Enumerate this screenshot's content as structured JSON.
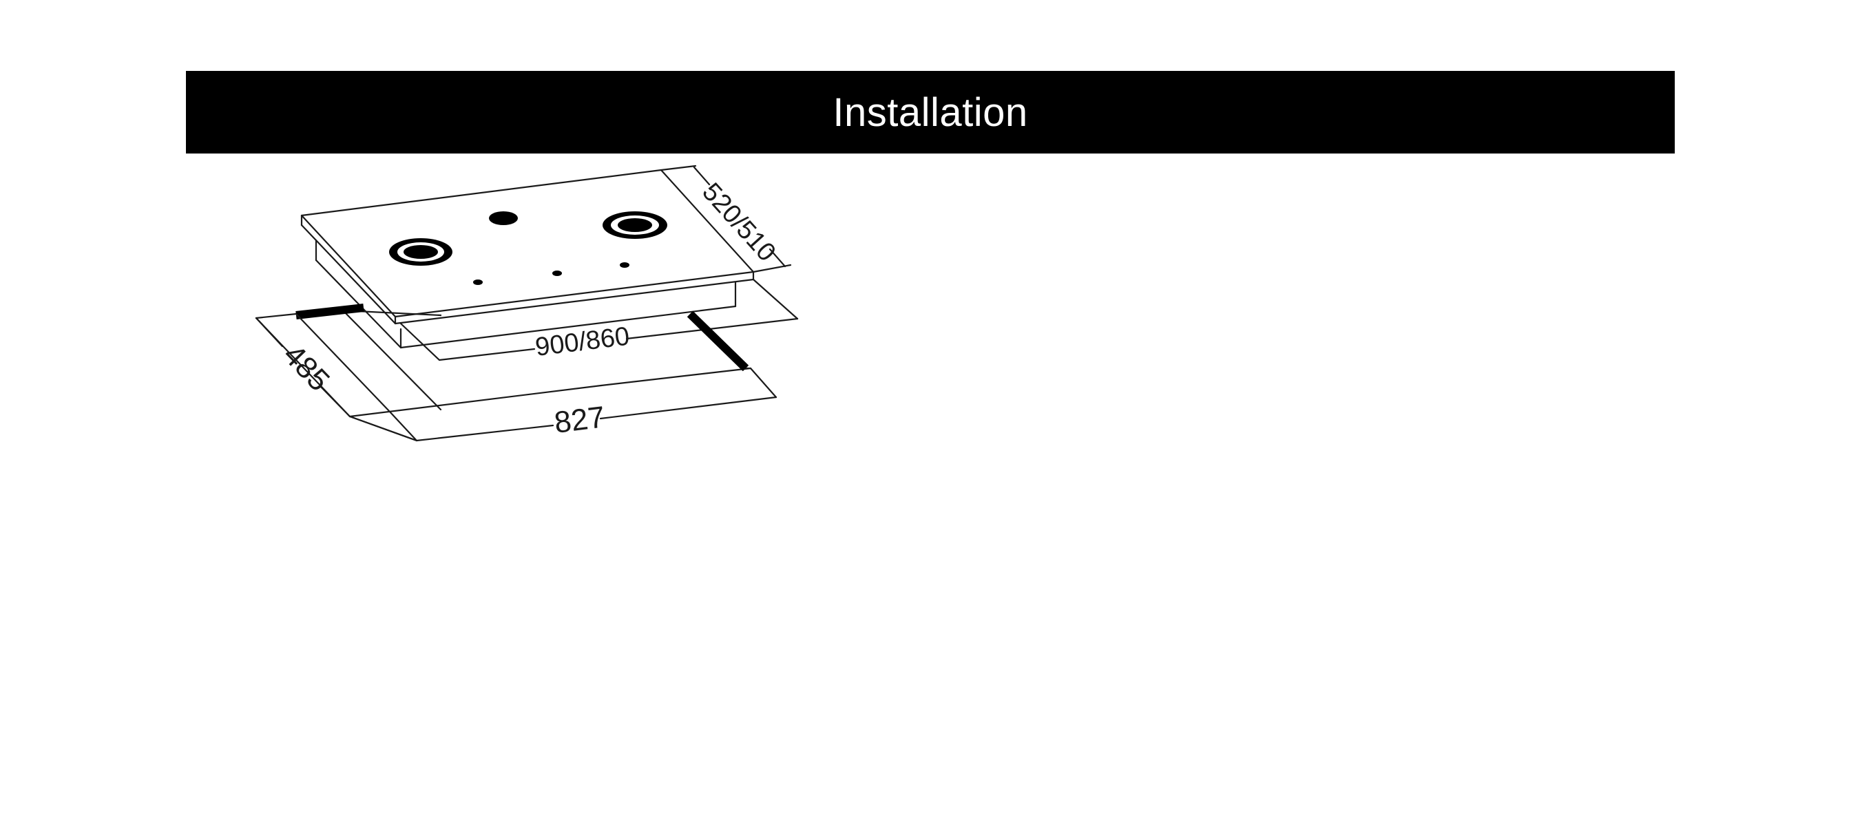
{
  "header": {
    "title": "Installation"
  },
  "diagram": {
    "dimensions": {
      "depth_top": "520/510",
      "width_top": "900/860",
      "cutout_depth": "485",
      "cutout_width": "827"
    }
  }
}
